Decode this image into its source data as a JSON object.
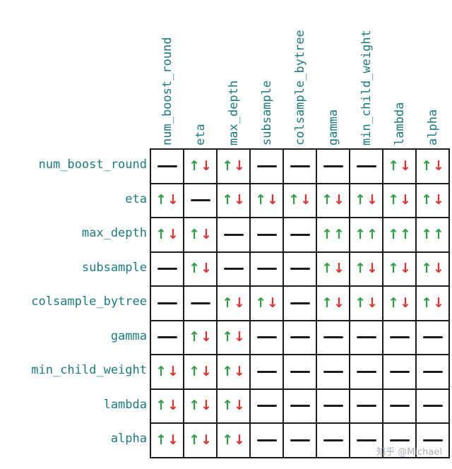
{
  "params": [
    "num_boost_round",
    "eta",
    "max_depth",
    "subsample",
    "colsample_bytree",
    "gamma",
    "min_child_weight",
    "lambda",
    "alpha"
  ],
  "matrix": [
    [
      "dash",
      "updown",
      "updown",
      "dash",
      "dash",
      "dash",
      "dash",
      "updown",
      "updown"
    ],
    [
      "updown",
      "dash",
      "updown",
      "updown",
      "updown",
      "updown",
      "updown",
      "updown",
      "updown"
    ],
    [
      "updown",
      "updown",
      "dash",
      "dash",
      "dash",
      "upup",
      "upup",
      "upup",
      "upup"
    ],
    [
      "dash",
      "updown",
      "dash",
      "dash",
      "dash",
      "updown",
      "updown",
      "updown",
      "updown"
    ],
    [
      "dash",
      "dash",
      "updown",
      "updown",
      "dash",
      "updown",
      "updown",
      "updown",
      "updown"
    ],
    [
      "dash",
      "updown",
      "updown",
      "dash",
      "dash",
      "dash",
      "dash",
      "dash",
      "dash"
    ],
    [
      "updown",
      "updown",
      "updown",
      "dash",
      "dash",
      "dash",
      "dash",
      "dash",
      "dash"
    ],
    [
      "updown",
      "updown",
      "updown",
      "dash",
      "dash",
      "dash",
      "dash",
      "dash",
      "dash"
    ],
    [
      "updown",
      "updown",
      "updown",
      "dash",
      "dash",
      "dash",
      "dash",
      "dash",
      "dash"
    ]
  ],
  "symbols": {
    "up": "↑",
    "down": "↓"
  },
  "colors": {
    "label": "#1a7a80",
    "up": "#2f9e44",
    "down": "#e03131",
    "border": "#1b1b1b"
  },
  "watermark": "知乎 @Michael"
}
